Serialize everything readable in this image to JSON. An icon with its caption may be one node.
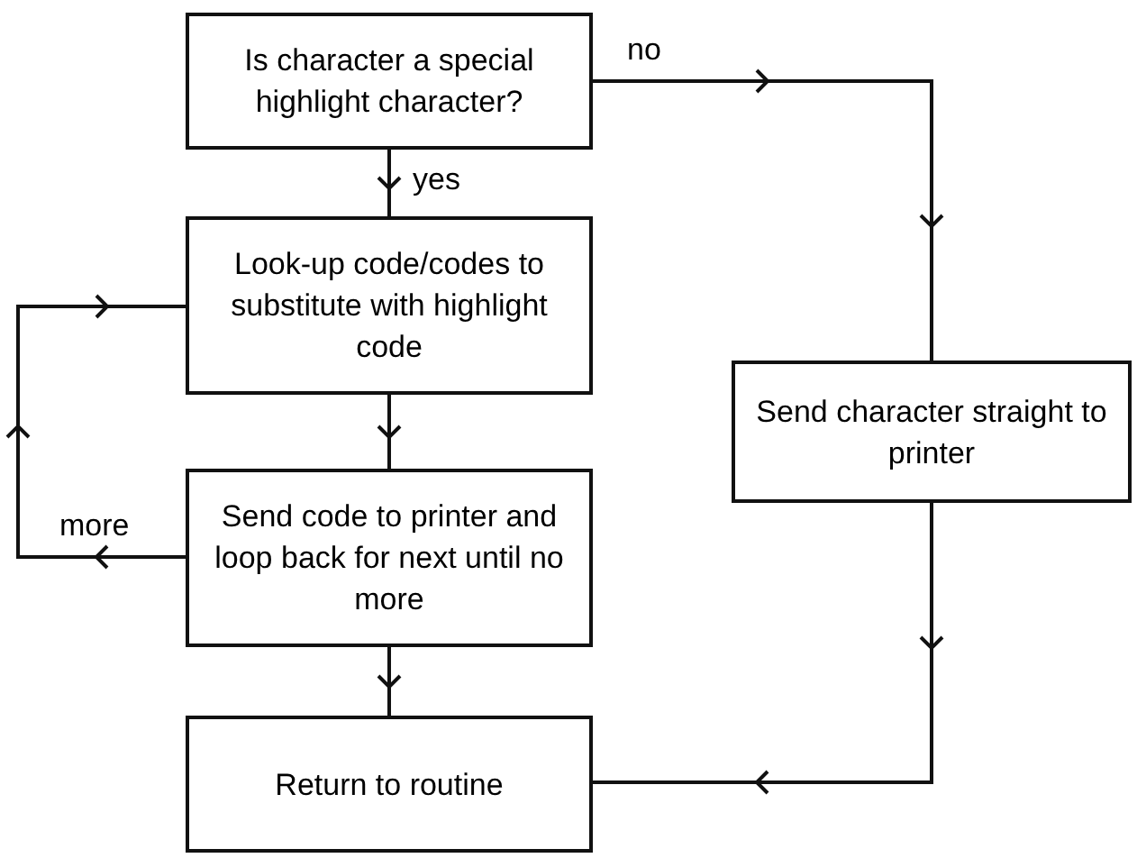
{
  "diagram": {
    "nodes": [
      {
        "text": [
          "Is character a special highlight character?"
        ]
      },
      {
        "text": [
          "Look-up code/codes to substitute with highlight code"
        ]
      },
      {
        "text": [
          "Send code to printer and loop back for next until no more"
        ]
      },
      {
        "text": [
          "Send character straight to printer"
        ]
      },
      {
        "text": [
          "Return to routine"
        ]
      }
    ],
    "edges": [
      {
        "from": 0,
        "to": 1,
        "arrow": "to",
        "label": "yes"
      },
      {
        "from": 0,
        "to": 3,
        "arrow": "to",
        "label": "no"
      },
      {
        "from": 1,
        "to": 2,
        "arrow": "to"
      },
      {
        "from": 2,
        "to": 1,
        "arrow": "to",
        "label": "more"
      },
      {
        "from": 2,
        "to": 4,
        "arrow": "to"
      },
      {
        "from": 3,
        "to": 4,
        "arrow": "to"
      }
    ]
  }
}
